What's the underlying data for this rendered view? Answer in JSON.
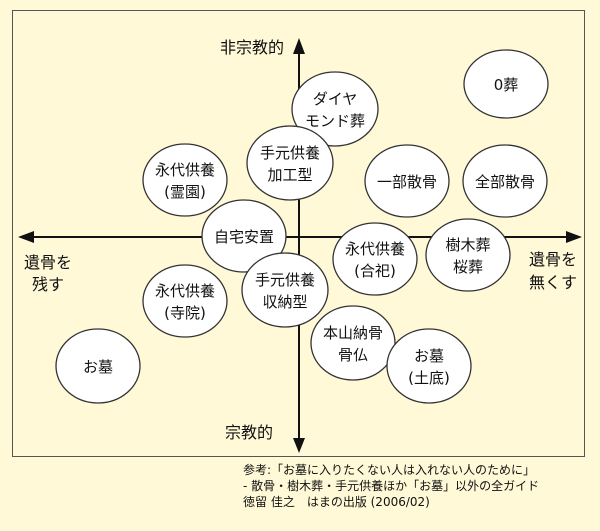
{
  "axes": {
    "top": "非宗教的",
    "bottom": "宗教的",
    "left": [
      "遺骨を",
      "残す"
    ],
    "right": [
      "遺骨を",
      "無くす"
    ]
  },
  "nodes": [
    {
      "id": "zero-burial",
      "lines": [
        "0葬"
      ]
    },
    {
      "id": "diamond-burial",
      "lines": [
        "ダイヤ",
        "モンド葬"
      ]
    },
    {
      "id": "eitai-kuyo-reien",
      "lines": [
        "永代供養",
        "(霊園)"
      ]
    },
    {
      "id": "temoto-kuyo-kako",
      "lines": [
        "手元供養",
        "加工型"
      ]
    },
    {
      "id": "ichibu-sankotsu",
      "lines": [
        "一部散骨"
      ]
    },
    {
      "id": "zenbu-sankotsu",
      "lines": [
        "全部散骨"
      ]
    },
    {
      "id": "jitaku-anchi",
      "lines": [
        "自宅安置"
      ]
    },
    {
      "id": "eitai-kuyo-goshi",
      "lines": [
        "永代供養",
        "(合祀)"
      ]
    },
    {
      "id": "jumokuso-sakurasou",
      "lines": [
        "樹木葬",
        "桜葬"
      ]
    },
    {
      "id": "eitai-kuyo-jiin",
      "lines": [
        "永代供養",
        "(寺院)"
      ]
    },
    {
      "id": "temoto-kuyo-shuno",
      "lines": [
        "手元供養",
        "収納型"
      ]
    },
    {
      "id": "motoyama-nokotsu",
      "lines": [
        "本山納骨",
        "骨仏"
      ]
    },
    {
      "id": "ohaka",
      "lines": [
        "お墓"
      ]
    },
    {
      "id": "ohaka-dodai",
      "lines": [
        "お墓",
        "(土底)"
      ]
    }
  ],
  "citation": [
    "参考:「お墓に入りたくない人は入れない人のために」",
    "- 散骨・樹木葬・手元供養ほか「お墓」以外の全ガイド",
    "徳留 佳之　はまの出版 (2006/02)"
  ]
}
